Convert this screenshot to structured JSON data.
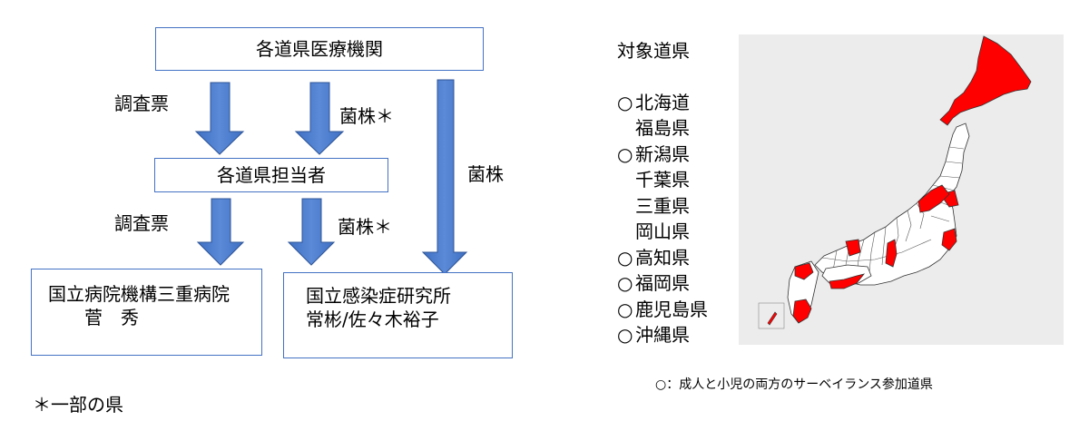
{
  "flow": {
    "top_box": "各道県医療機関",
    "middle_box": "各道県担当者",
    "bottom_left_box": {
      "line1": "国立病院機構三重病院",
      "line2": "菅　秀"
    },
    "bottom_right_box": {
      "line1": "国立感染症研究所",
      "line2": "常彬/佐々木裕子"
    },
    "arrow_labels": {
      "survey_upper": "調査票",
      "strain_star_upper": "菌株＊",
      "strain_direct": "菌株",
      "survey_lower": "調査票",
      "strain_star_lower": "菌株＊"
    },
    "footnote": "＊一部の県"
  },
  "prefectures": {
    "title": "対象道県",
    "items": [
      {
        "mark": "○",
        "name": "北海道"
      },
      {
        "mark": "",
        "name": "福島県"
      },
      {
        "mark": "○",
        "name": "新潟県"
      },
      {
        "mark": "",
        "name": "千葉県"
      },
      {
        "mark": "",
        "name": "三重県"
      },
      {
        "mark": "",
        "name": "岡山県"
      },
      {
        "mark": "○",
        "name": "高知県"
      },
      {
        "mark": "○",
        "name": "福岡県"
      },
      {
        "mark": "○",
        "name": "鹿児島県"
      },
      {
        "mark": "○",
        "name": "沖縄県"
      }
    ]
  },
  "map": {
    "caption": "○：成人と小児の両方のサーベイランス参加道県"
  },
  "colors": {
    "arrow": "#4472c4",
    "highlight": "#ff0000",
    "map_bg": "#ececec"
  }
}
